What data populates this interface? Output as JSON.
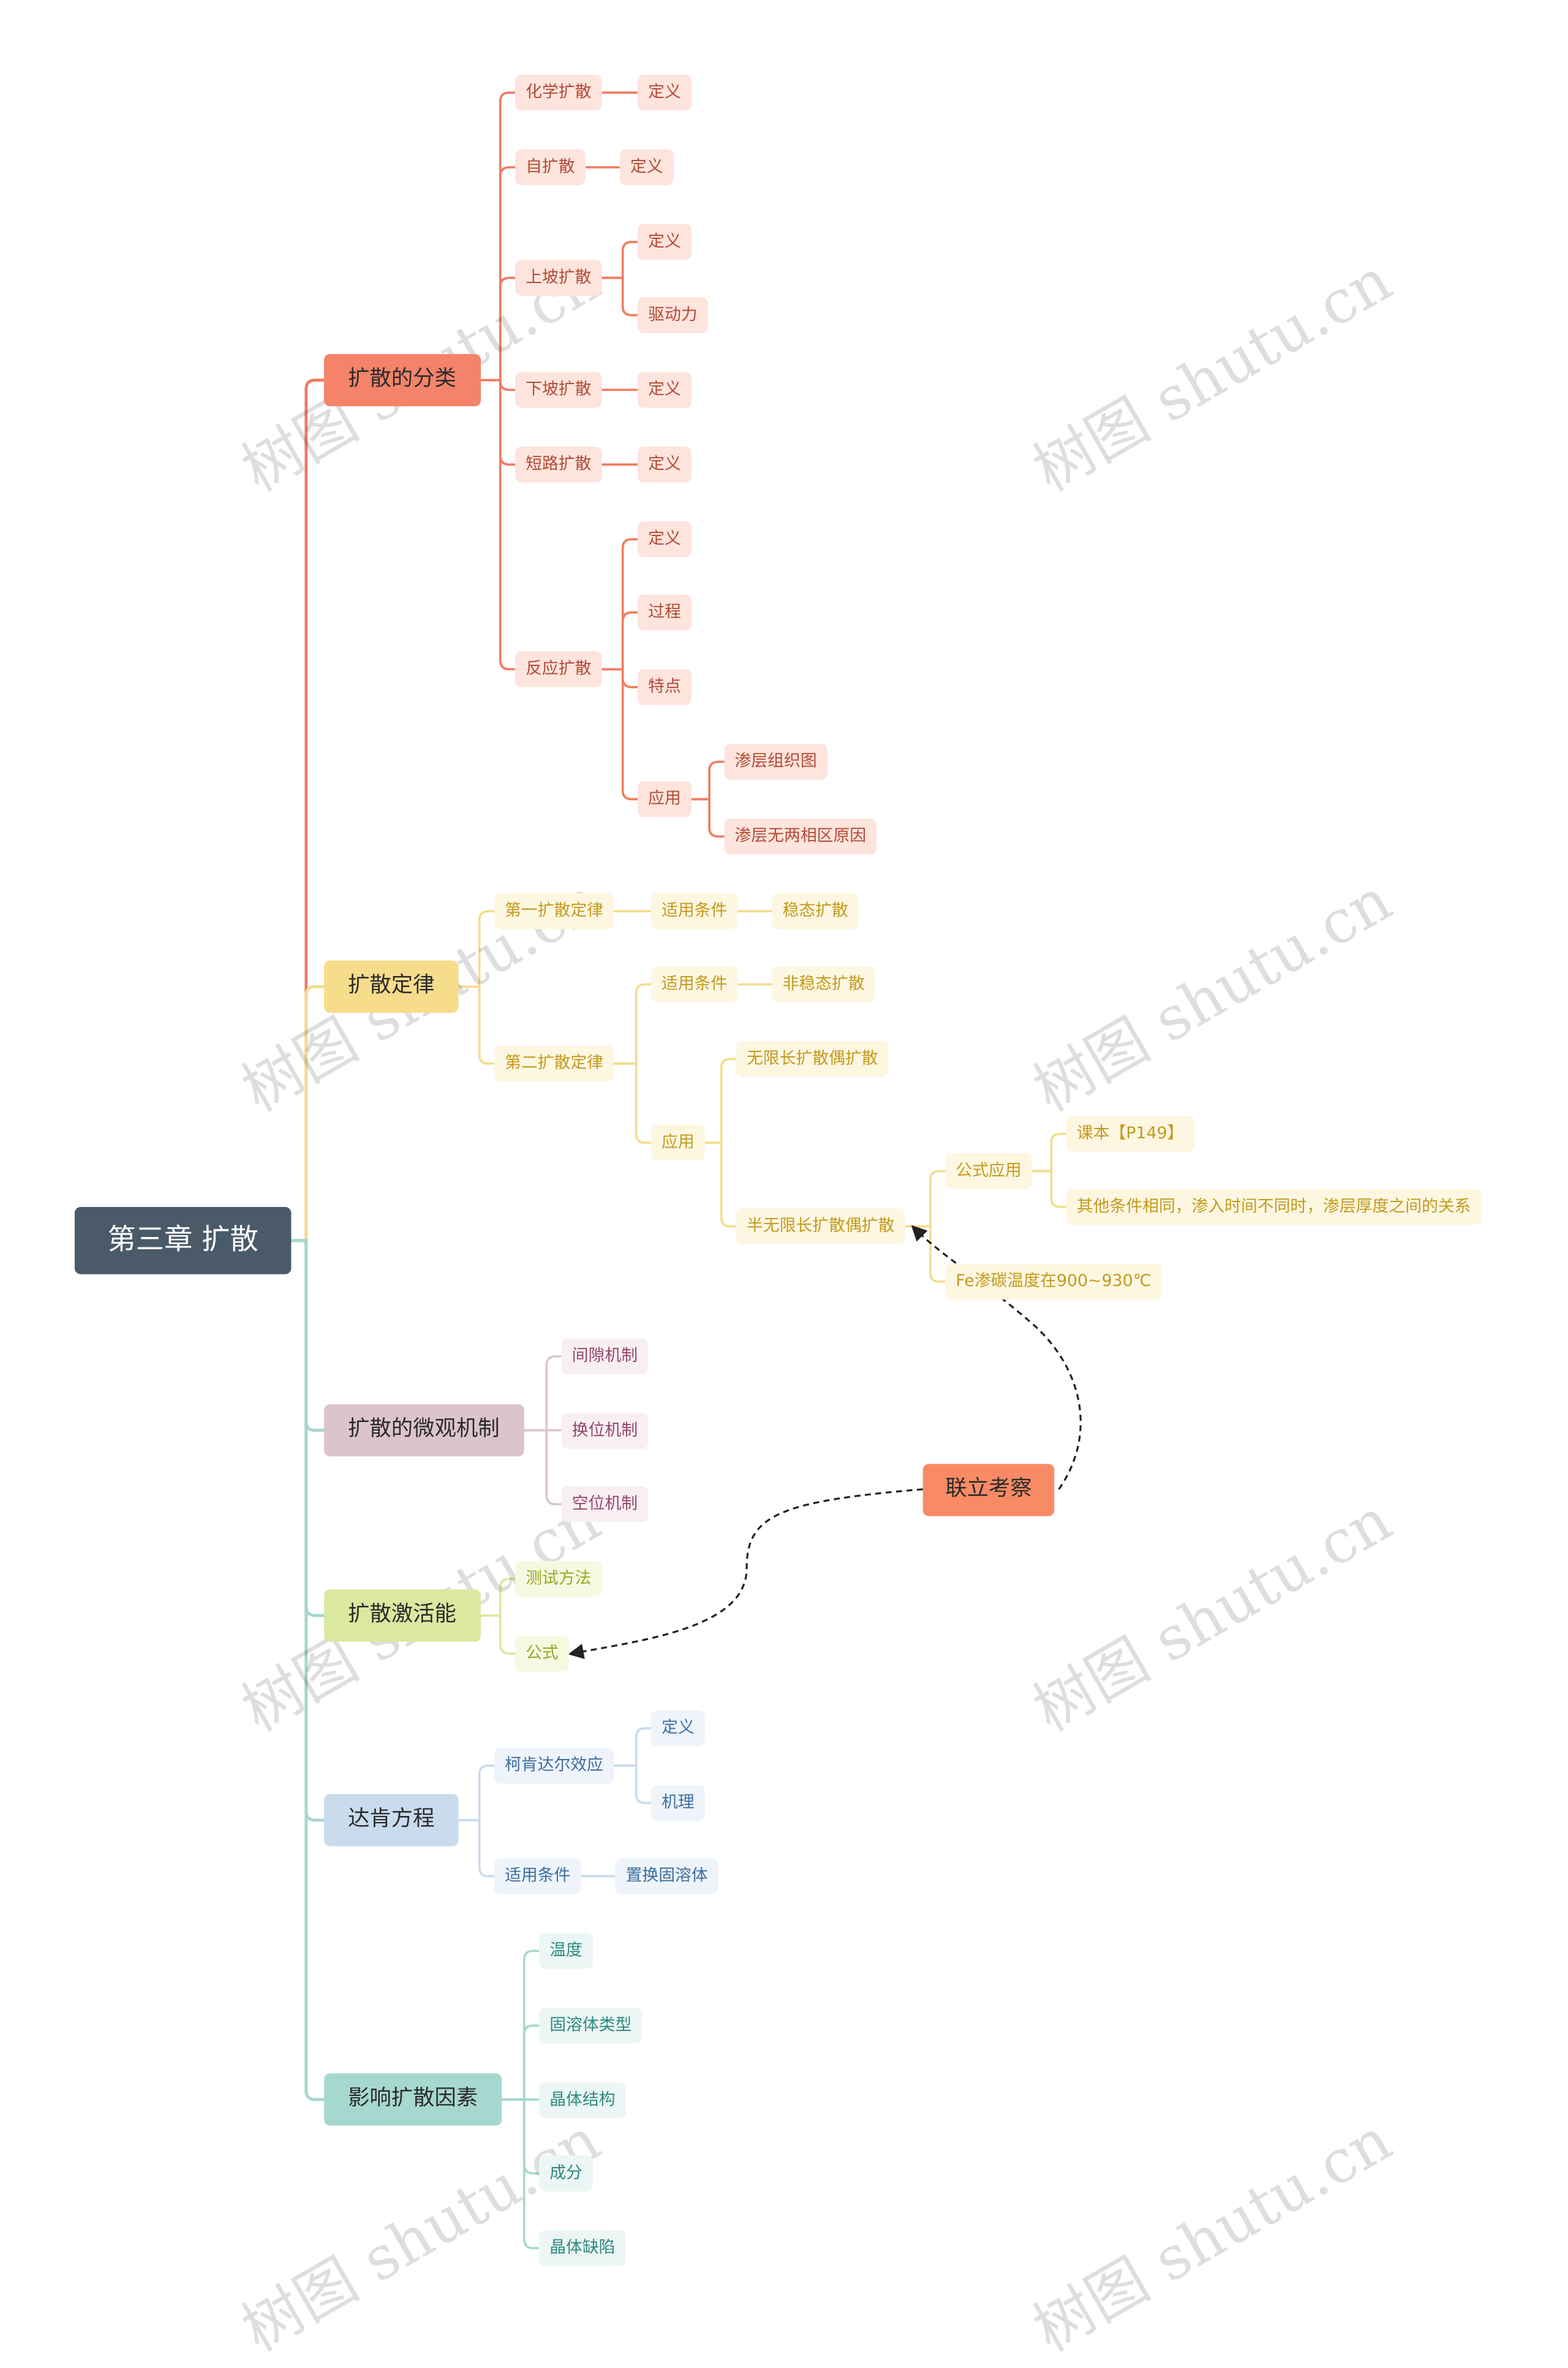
{
  "root": "第三章 扩散",
  "link_node": "联立考察",
  "watermark": "树图 shutu.cn",
  "colors": {
    "classification": "#f4836a",
    "laws": "#f7dc8c",
    "micro": "#dcc4ce",
    "activation": "#dbe8a0",
    "darken": "#c9dcee",
    "factors": "#a6d8d0",
    "root": "#4a5a69"
  },
  "classification": {
    "label": "扩散的分类",
    "chem": "化学扩散",
    "chem_def": "定义",
    "self": "自扩散",
    "self_def": "定义",
    "uphill": "上坡扩散",
    "uphill_def": "定义",
    "uphill_force": "驱动力",
    "downhill": "下坡扩散",
    "downhill_def": "定义",
    "short": "短路扩散",
    "short_def": "定义",
    "reaction": "反应扩散",
    "reaction_def": "定义",
    "reaction_process": "过程",
    "reaction_feature": "特点",
    "reaction_app": "应用",
    "app_structure": "渗层组织图",
    "app_reason": "渗层无两相区原因"
  },
  "laws": {
    "label": "扩散定律",
    "first": "第一扩散定律",
    "first_cond": "适用条件",
    "first_cond_val": "稳态扩散",
    "second": "第二扩散定律",
    "second_cond": "适用条件",
    "second_cond_val": "非稳态扩散",
    "second_app": "应用",
    "infinite": "无限长扩散偶扩散",
    "semi": "半无限长扩散偶扩散",
    "formula_app": "公式应用",
    "textbook": "课本【P149】",
    "relation": "其他条件相同，渗入时间不同时，渗层厚度之间的关系",
    "fe_temp": "Fe渗碳温度在900~930℃"
  },
  "micro": {
    "label": "扩散的微观机制",
    "interstitial": "间隙机制",
    "exchange": "换位机制",
    "vacancy": "空位机制"
  },
  "activation": {
    "label": "扩散激活能",
    "test": "测试方法",
    "formula": "公式"
  },
  "darken": {
    "label": "达肯方程",
    "kirkendall": "柯肯达尔效应",
    "k_def": "定义",
    "k_mech": "机理",
    "cond": "适用条件",
    "cond_val": "置换固溶体"
  },
  "factors": {
    "label": "影响扩散因素",
    "temp": "温度",
    "solution": "固溶体类型",
    "crystal": "晶体结构",
    "composition": "成分",
    "defect": "晶体缺陷"
  }
}
